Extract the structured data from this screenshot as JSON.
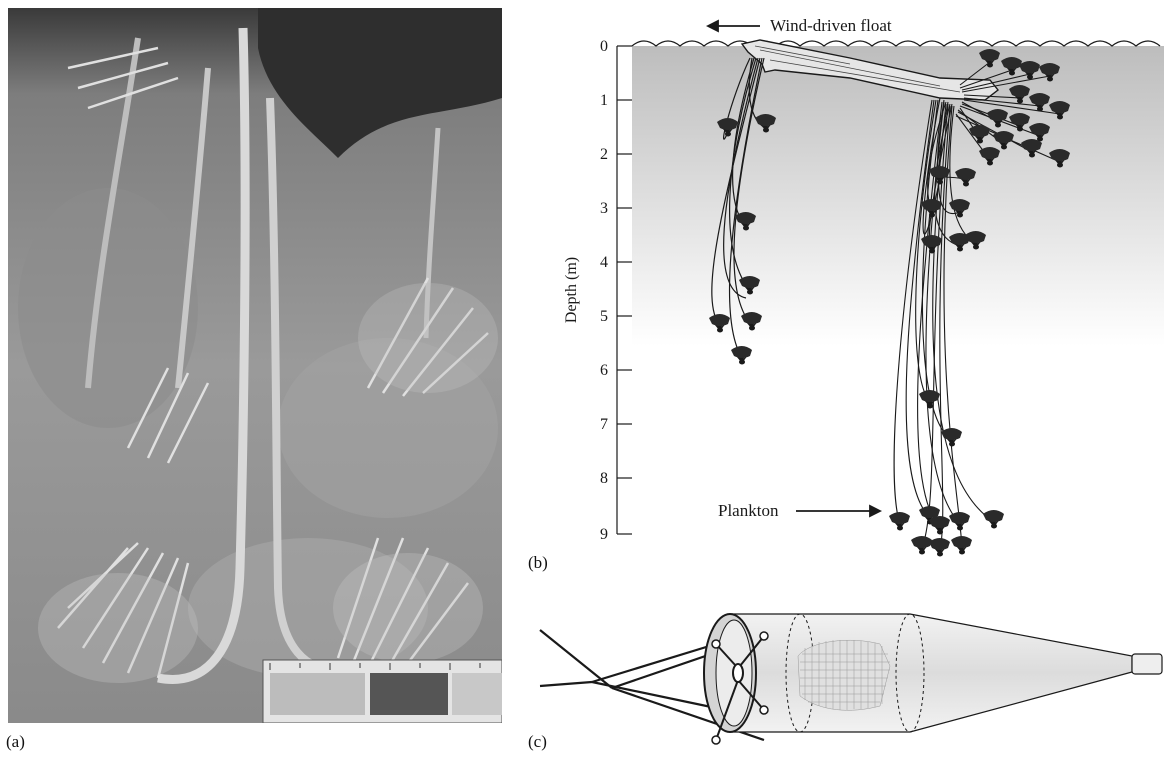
{
  "panels": {
    "a": {
      "label": "(a)"
    },
    "b": {
      "label": "(b)",
      "float_label": "Wind-driven float",
      "plankton_label": "Plankton",
      "axis_label": "Depth (m)",
      "depth_ticks": [
        "0",
        "1",
        "2",
        "3",
        "4",
        "5",
        "6",
        "7",
        "8",
        "9"
      ]
    },
    "c": {
      "label": "(c)"
    }
  },
  "colors": {
    "ink": "#1a1a1a",
    "water_top": "#bdbdbd",
    "water_bottom": "#ffffff",
    "photo_bg": "#8d8d8d"
  }
}
